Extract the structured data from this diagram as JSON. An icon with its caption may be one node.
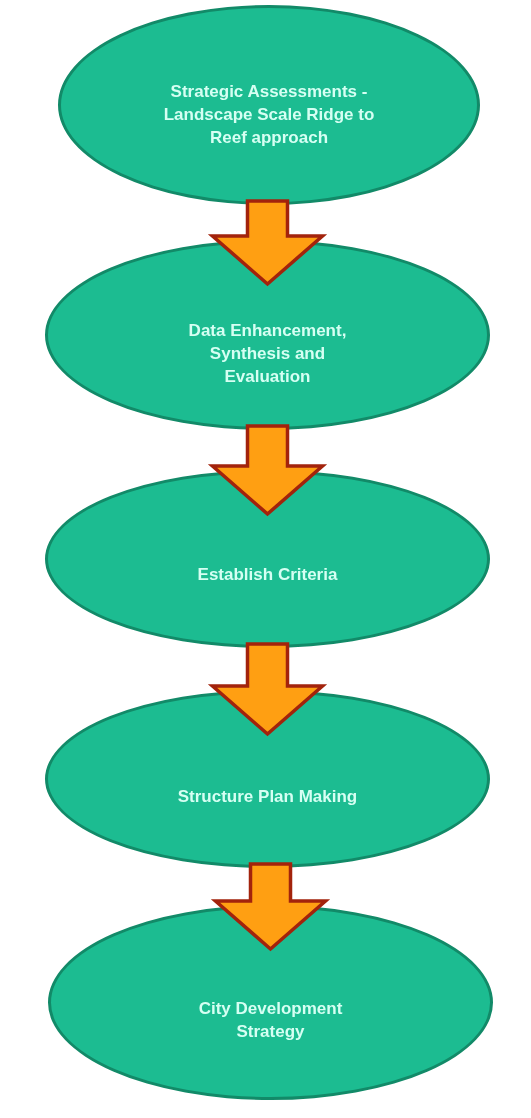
{
  "diagram": {
    "nodes": [
      {
        "text": [
          "Strategic Assessments - Landscape Scale Ridge to Reef approach"
        ]
      },
      {
        "text": [
          "Data Enhancement, Synthesis and Evaluation"
        ]
      },
      {
        "text": [
          "Establish Criteria"
        ]
      },
      {
        "text": [
          "Structure Plan Making"
        ]
      },
      {
        "text": [
          "City Development Strategy"
        ]
      }
    ],
    "edges": [
      {
        "from": 0,
        "to": 1,
        "arrow": "to"
      },
      {
        "from": 1,
        "to": 2,
        "arrow": "to"
      },
      {
        "from": 2,
        "to": 3,
        "arrow": "to"
      },
      {
        "from": 3,
        "to": 4,
        "arrow": "to"
      }
    ]
  }
}
